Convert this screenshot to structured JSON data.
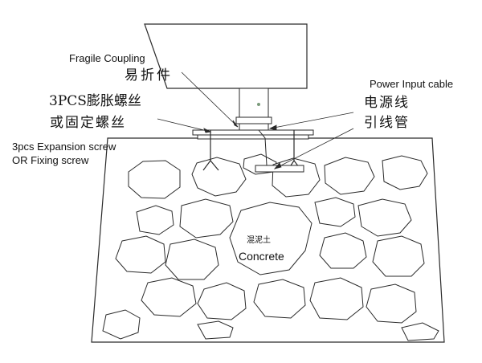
{
  "labels": {
    "fragile_coupling_en": "Fragile Coupling",
    "fragile_coupling_cn": "易折件",
    "expansion_screw_cn": "3PCS膨胀螺丝",
    "fixing_screw_cn": "或固定螺丝",
    "expansion_screw_en": "3pcs Expansion screw",
    "fixing_screw_en": "OR Fixing screw",
    "power_cable_en": "Power Input cable",
    "power_cable_cn": "电源线",
    "lead_tube_cn": "引线管",
    "concrete_cn": "混泥土",
    "concrete_en": "Concrete"
  },
  "colors": {
    "line": "#2a2a2a",
    "fill": "#ffffff"
  }
}
